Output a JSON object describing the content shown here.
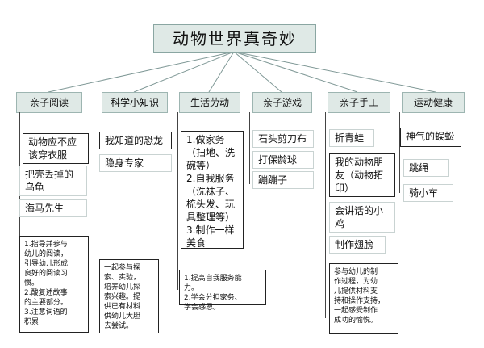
{
  "title": "动物世界真奇妙",
  "categories": [
    {
      "label": "亲子阅读",
      "items": [
        "动物应不应\n该穿衣服",
        "把壳丢掉的\n乌龟",
        "海马先生"
      ],
      "note": "1.指导并参与\n幼儿的阅读，\n引导幼儿形成\n良好的阅读习\n惯。\n2.酸复述故事\n的主要部分。\n3.注意词语的\n积累"
    },
    {
      "label": "科学小知识",
      "items": [
        "我知道的恐龙",
        "隐身专家"
      ],
      "note": "一起参与探\n索、实验，\n培养幼儿探\n索兴趣。提\n供已有材料\n供幼儿大胆\n去尝试。"
    },
    {
      "label": "生活劳动",
      "items": [
        "1.做家务\n（扫地、洗\n碗等）\n2.自我服务\n（洗袜子、\n梳头发、玩\n具整理等）\n3.制作一样\n美食"
      ],
      "note": "1.提高自我服务能\n力。\n2.学会分担家务、\n学会感恩。"
    },
    {
      "label": "亲子游戏",
      "items": [
        "石头剪刀布",
        "打保龄球",
        "蹦蹦子"
      ]
    },
    {
      "label": "亲子手工",
      "items": [
        "折青蛙",
        "我的动物朋\n友（动物拓\n印）",
        "会讲话的小\n鸡",
        "制作翅膀"
      ],
      "note": "参与幼儿的制\n作过程，为幼\n儿提供材料支\n持和操作支持，\n一起感受制作\n成功的愉悦。"
    },
    {
      "label": "运动健康",
      "items": [
        "神气的蜈蚣",
        "跳绳",
        "骑小车"
      ]
    }
  ]
}
